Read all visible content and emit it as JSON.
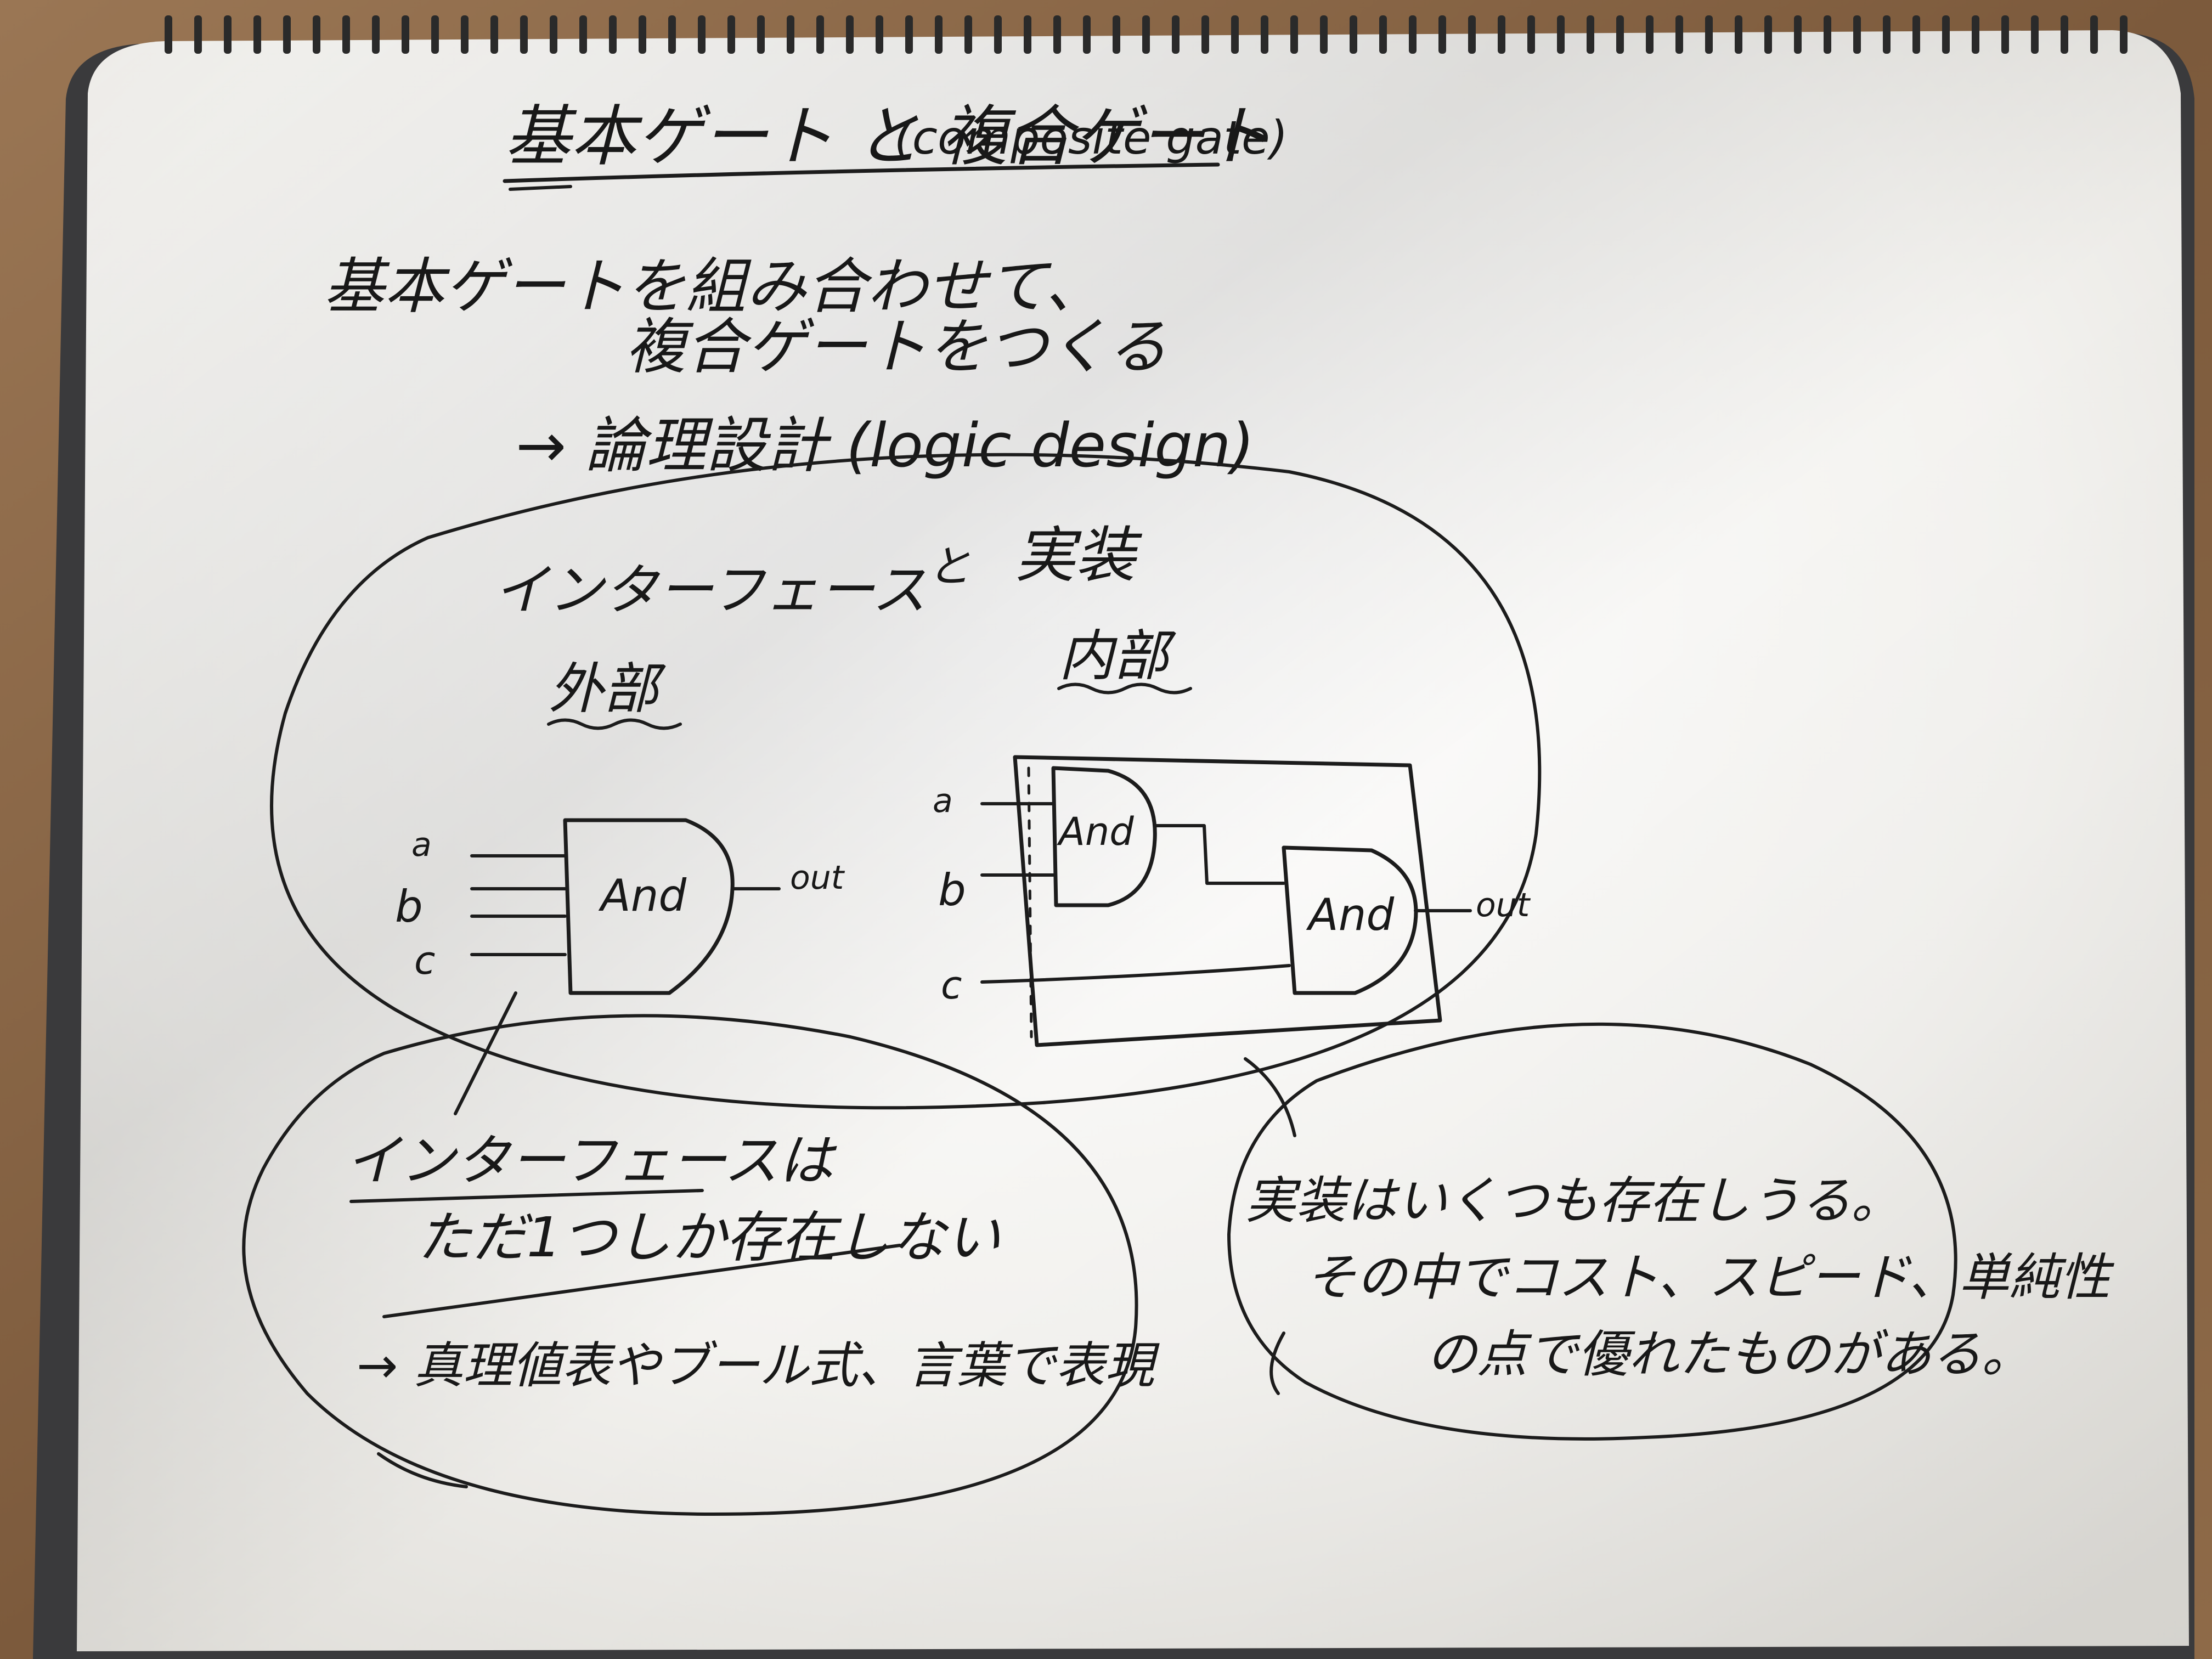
{
  "title": {
    "main": "基本ゲート と 複合ゲート",
    "paren": "(composite gate)"
  },
  "intro": {
    "line1": "基本ゲートを組み合わせて、",
    "line2": "複合ゲートをつくる",
    "line3": "→ 論理設計 (logic design)"
  },
  "big_circle": {
    "interface_label": "インターフェース",
    "connector": "と",
    "implementation_label": "実装",
    "outer_label": "外部",
    "inner_label": "内部"
  },
  "left_gate": {
    "inputs": [
      "a",
      "b",
      "c"
    ],
    "gate_label": "And",
    "output": "out"
  },
  "right_circuit": {
    "inputs": [
      "a",
      "b",
      "c"
    ],
    "gate1_label": "And",
    "gate2_label": "And",
    "output": "out"
  },
  "note_left": {
    "line1": "インターフェースは",
    "line2": "ただ1つしか存在しない",
    "line3": "→ 真理値表やブール式、言葉で表現"
  },
  "note_right": {
    "line1": "実装はいくつも存在しうる。",
    "line2": "その中でコスト、スピード、単純性",
    "line3": "の点で優れたものがある。"
  },
  "colors": {
    "paper": "#f2f1ee",
    "ink": "#1c1c1c",
    "table": "#8c6a4a"
  }
}
